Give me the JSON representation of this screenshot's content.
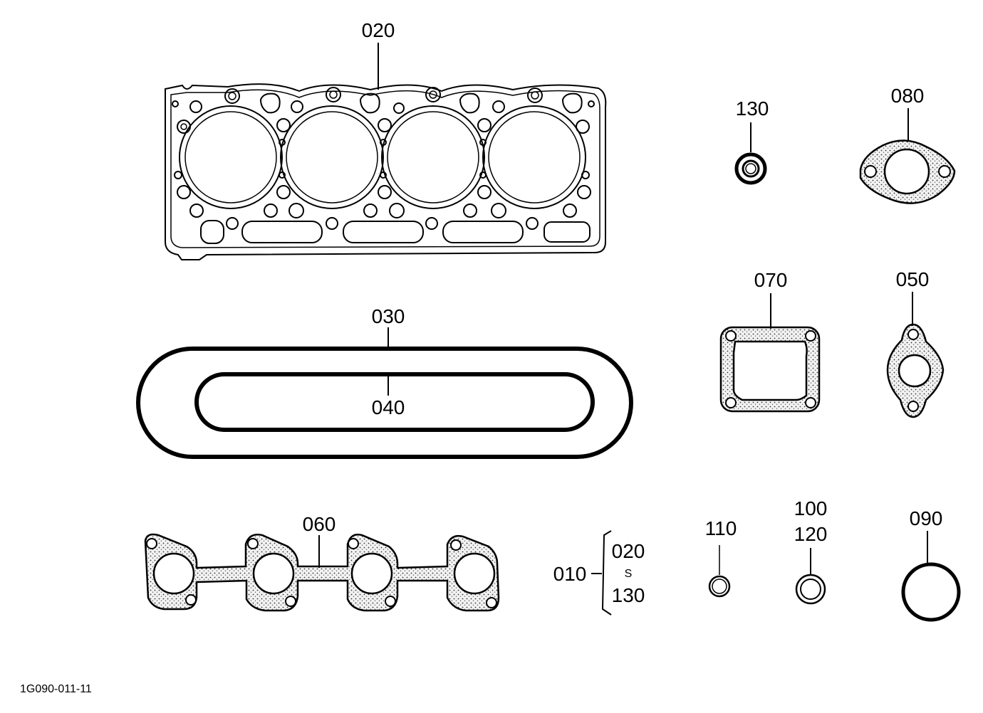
{
  "labels": {
    "p020": "020",
    "p030": "030",
    "p040": "040",
    "p050": "050",
    "p060": "060",
    "p070": "070",
    "p080": "080",
    "p090": "090",
    "p100": "100",
    "p110": "110",
    "p120": "120",
    "p130": "130",
    "p010": "010",
    "range_from": "020",
    "range_sep": "S",
    "range_to": "130"
  },
  "drawing_code": "1G090-011-11"
}
